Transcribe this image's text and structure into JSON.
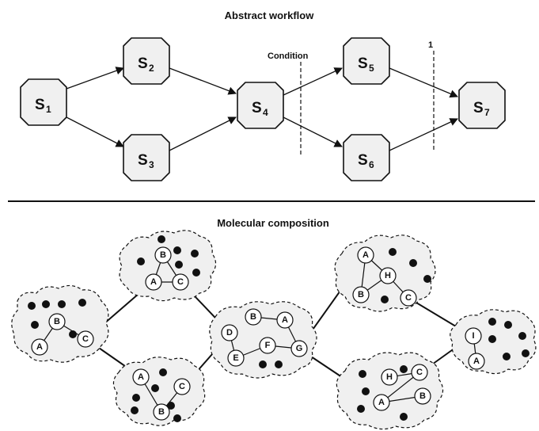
{
  "abstract": {
    "title": "Abstract workflow",
    "condition_label": "Condition",
    "marker_label": "1",
    "states": [
      {
        "id": "s1",
        "letter": "S",
        "sub": "1"
      },
      {
        "id": "s2",
        "letter": "S",
        "sub": "2"
      },
      {
        "id": "s3",
        "letter": "S",
        "sub": "3"
      },
      {
        "id": "s4",
        "letter": "S",
        "sub": "4"
      },
      {
        "id": "s5",
        "letter": "S",
        "sub": "5"
      },
      {
        "id": "s6",
        "letter": "S",
        "sub": "6"
      },
      {
        "id": "s7",
        "letter": "S",
        "sub": "7"
      }
    ],
    "edges": [
      [
        "s1",
        "s2"
      ],
      [
        "s1",
        "s3"
      ],
      [
        "s2",
        "s4"
      ],
      [
        "s3",
        "s4"
      ],
      [
        "s4",
        "s5"
      ],
      [
        "s4",
        "s6"
      ],
      [
        "s5",
        "s7"
      ],
      [
        "s6",
        "s7"
      ]
    ]
  },
  "molecular": {
    "title": "Molecular composition",
    "clusters": [
      {
        "id": "c1",
        "atoms": [
          "B",
          "A",
          "C"
        ]
      },
      {
        "id": "c2",
        "atoms": [
          "B",
          "C",
          "A"
        ]
      },
      {
        "id": "c3",
        "atoms": [
          "A",
          "C",
          "B"
        ]
      },
      {
        "id": "c4",
        "atoms": [
          "B",
          "A",
          "D",
          "F",
          "E",
          "G"
        ]
      },
      {
        "id": "c5",
        "atoms": [
          "A",
          "H",
          "B",
          "C"
        ]
      },
      {
        "id": "c6",
        "atoms": [
          "H",
          "C",
          "A",
          "B"
        ]
      },
      {
        "id": "c7",
        "atoms": [
          "I",
          "A"
        ]
      }
    ]
  },
  "colors": {
    "line": "#111111",
    "fill": "#f0f0f0",
    "background": "#ffffff"
  }
}
